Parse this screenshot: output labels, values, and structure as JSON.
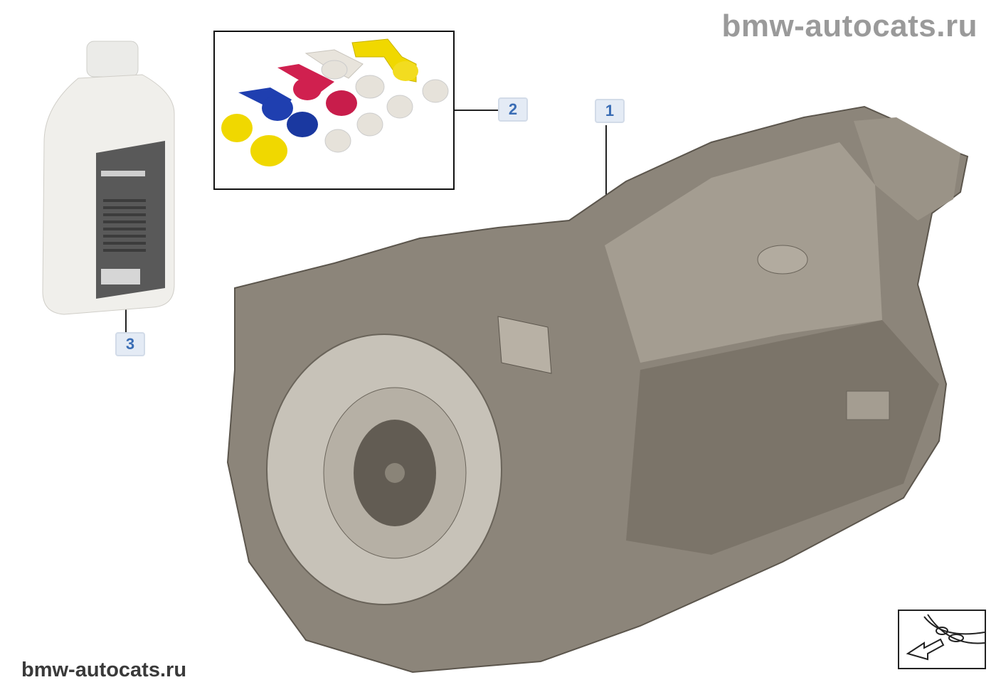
{
  "watermarks": {
    "top": "bmw-autocats.ru",
    "bottom": "bmw-autocats.ru"
  },
  "callouts": [
    {
      "number": "1",
      "part": "transmission"
    },
    {
      "number": "2",
      "part": "protective-caps-set"
    },
    {
      "number": "3",
      "part": "transmission-oil-bottle"
    }
  ],
  "colors": {
    "callout_text": "#3a6db5",
    "callout_fill": "#e4ebf5",
    "housing": "#8c857a",
    "cap_yellow": "#f0d800",
    "cap_blue": "#1f3fb0",
    "cap_red": "#d0204f",
    "cap_white": "#e6e2da"
  },
  "view_icon": "vehicle-front-view-arrow-icon"
}
